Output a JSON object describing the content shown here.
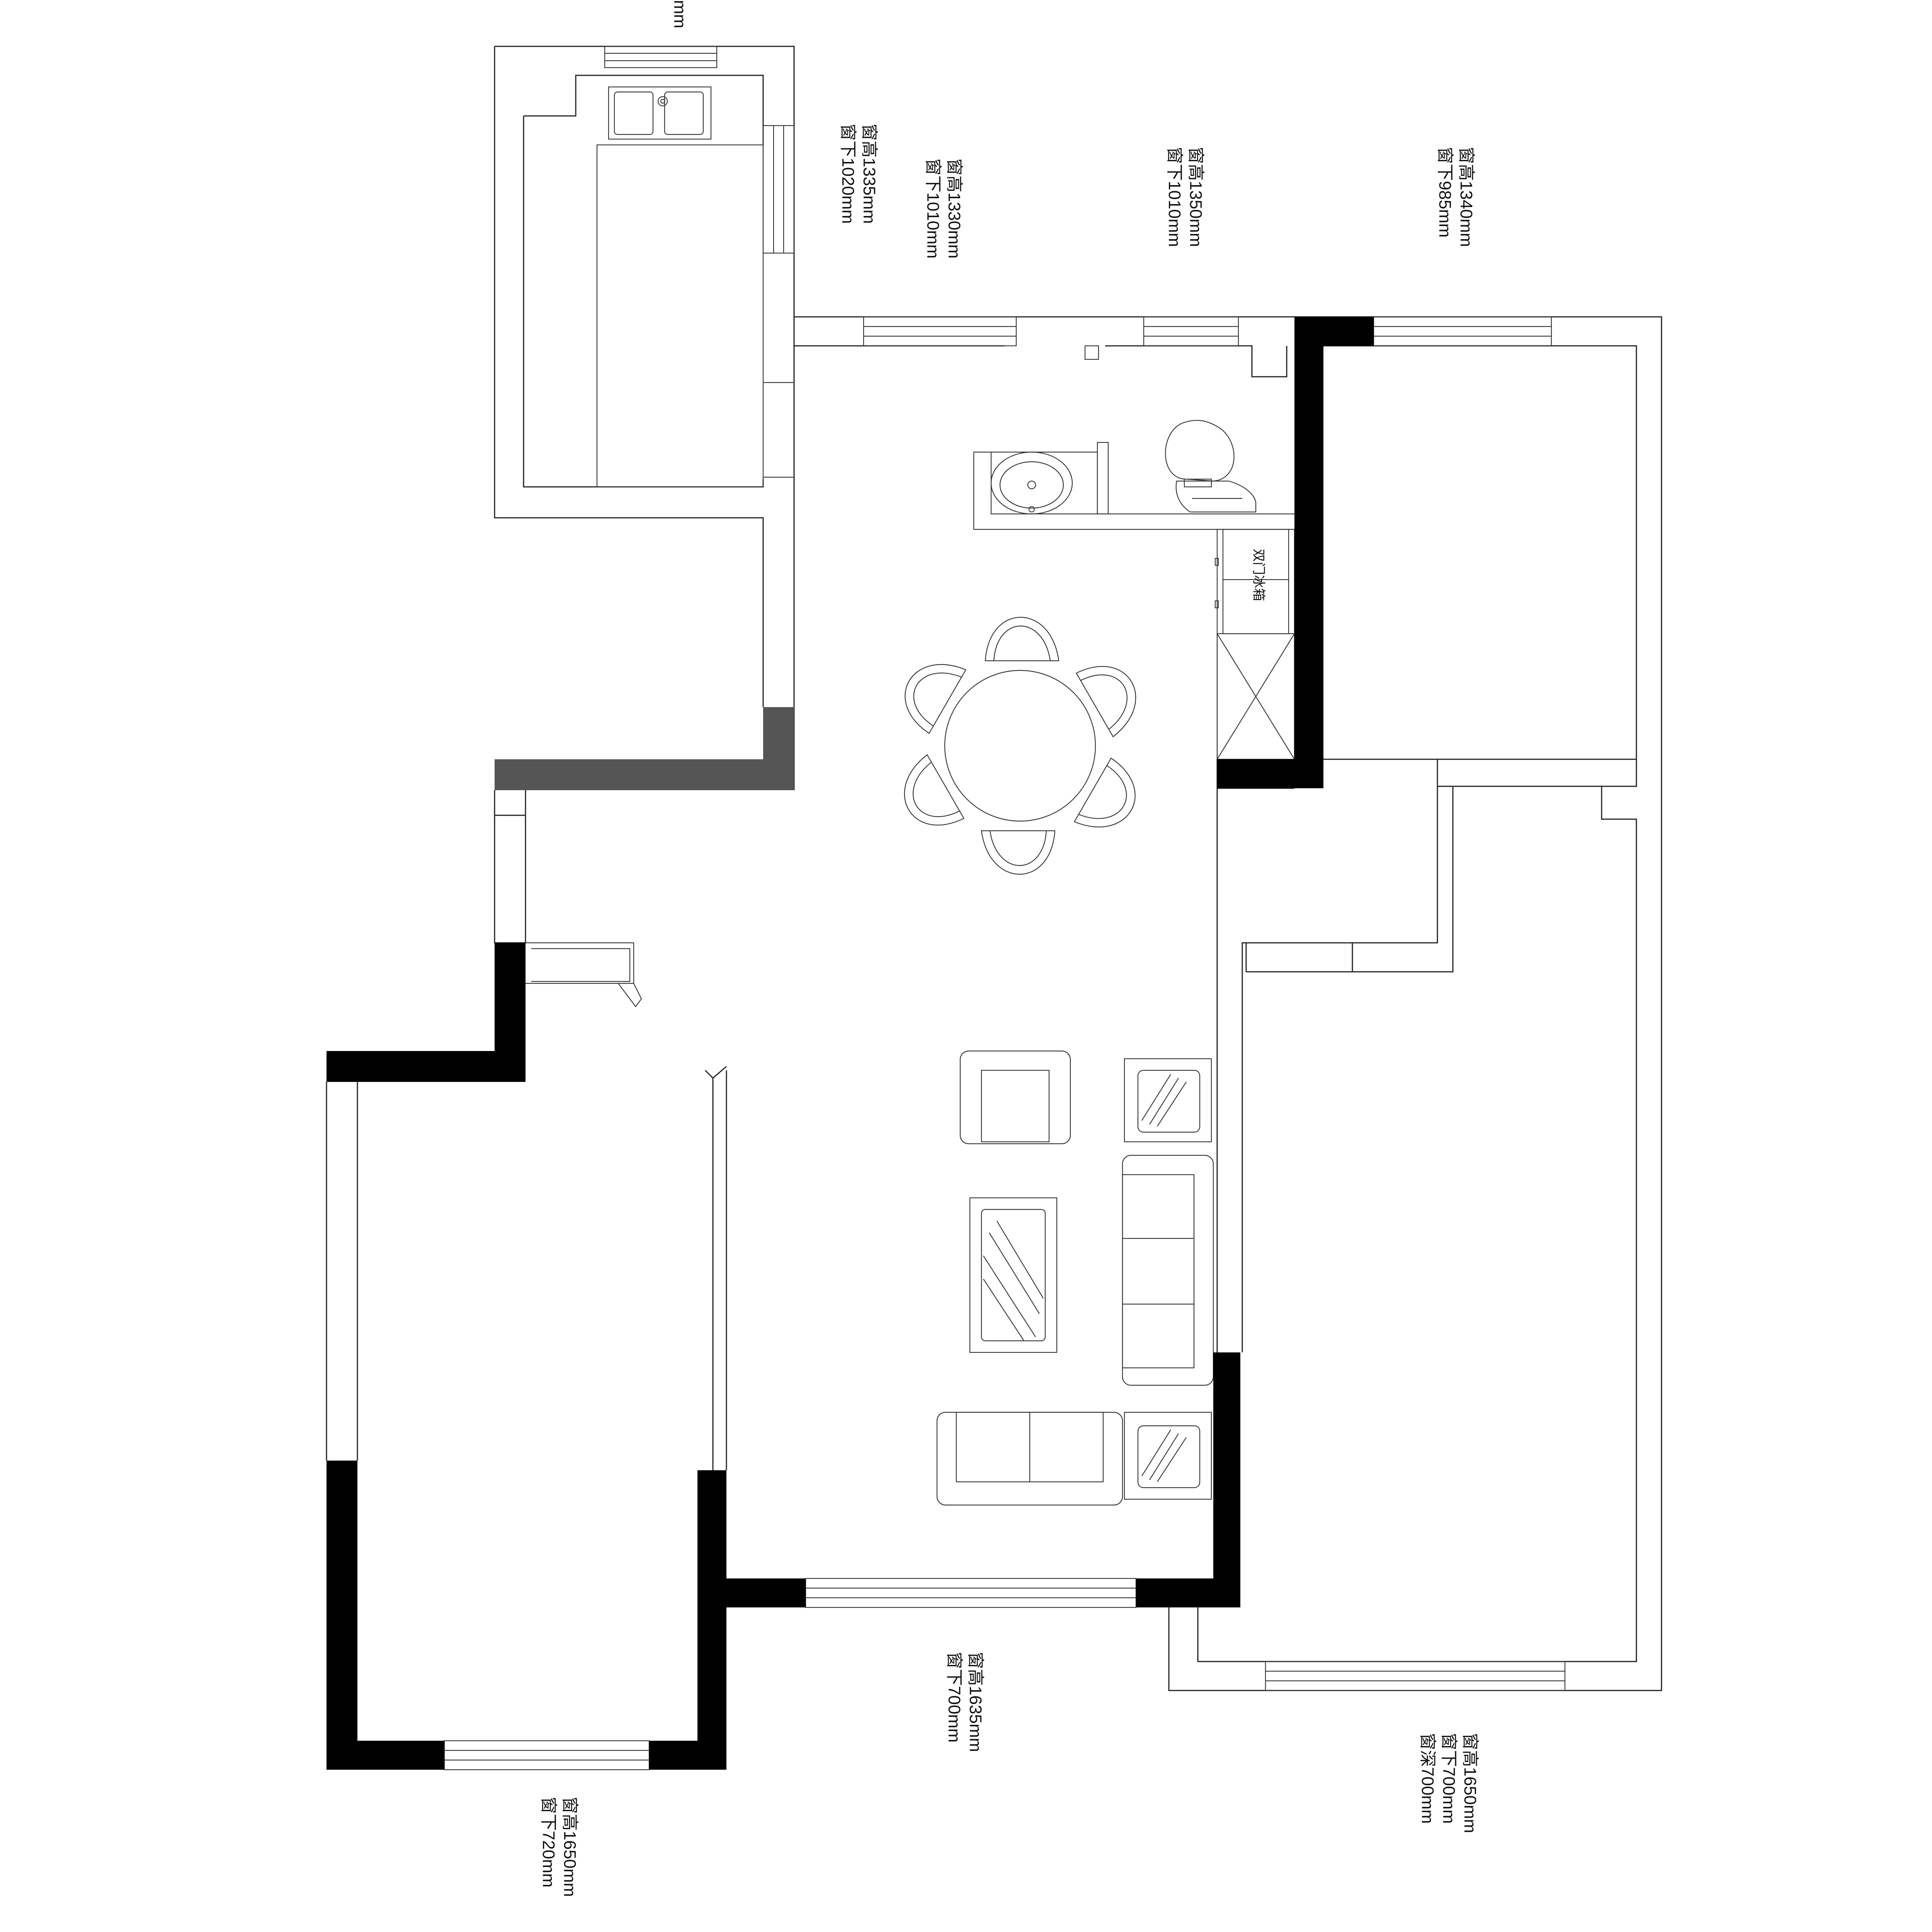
{
  "window_labels": {
    "kitchen_top_partial": "mm",
    "kitchen_side": {
      "height": "窗高1335mm",
      "sill": "窗下1020mm"
    },
    "upper_1": {
      "height": "窗高1330mm",
      "sill": "窗下1010mm"
    },
    "upper_2": {
      "height": "窗高1350mm",
      "sill": "窗下1010mm"
    },
    "upper_right": {
      "height": "窗高1340mm",
      "sill": "窗下985mm"
    },
    "living_bottom": {
      "height": "窗高1635mm",
      "sill": "窗下700mm"
    },
    "bedroom_left_bottom": {
      "height": "窗高1650mm",
      "sill": "窗下720mm"
    },
    "bedroom_right_bottom": {
      "height": "窗高1650mm",
      "sill": "窗下700mm",
      "depth": "窗深700mm"
    }
  },
  "fixtures": {
    "fridge_label": "双门冰箱"
  },
  "colors": {
    "wall_fill": "#000000",
    "line": "#222222",
    "hatch": "#555555",
    "background": "#ffffff"
  }
}
